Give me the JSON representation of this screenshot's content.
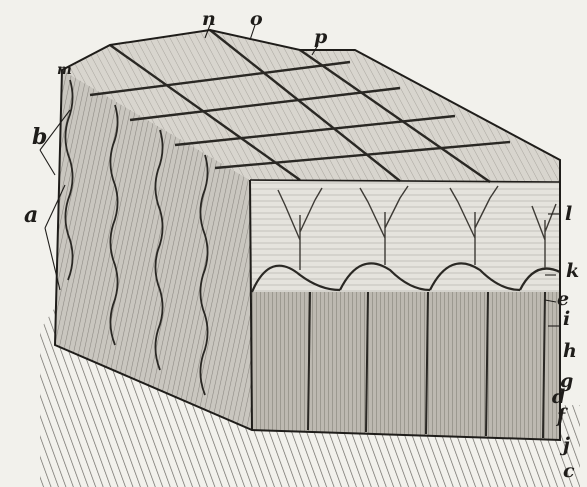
{
  "figure": {
    "labels": {
      "a": "a",
      "b": "b",
      "m": "m",
      "n": "n",
      "o": "o",
      "p": "p",
      "l": "l",
      "k": "k",
      "e": "e",
      "i": "i",
      "h": "h",
      "g": "g",
      "d": "d",
      "f": "f",
      "j": "j",
      "c": "c"
    }
  }
}
